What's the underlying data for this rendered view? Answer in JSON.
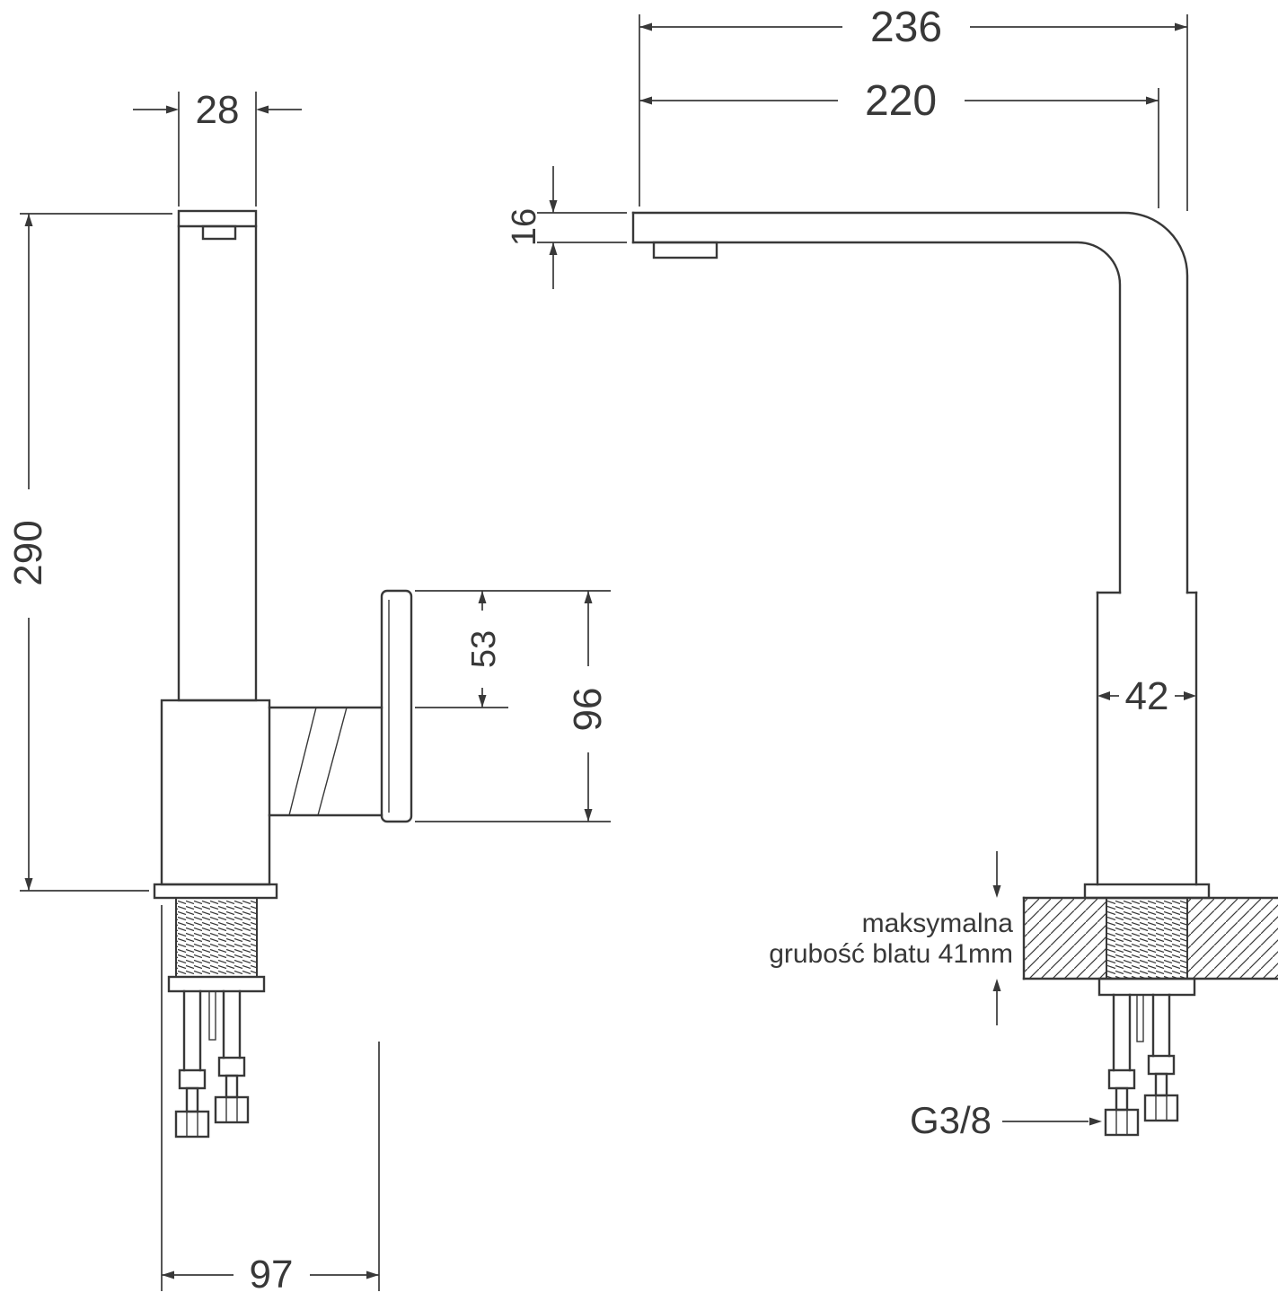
{
  "drawing": {
    "side_view": {
      "dim_spout_width": "28",
      "dim_total_height": "290",
      "dim_handle_offset": "53",
      "dim_handle_height": "96",
      "dim_base_depth": "97"
    },
    "front_view": {
      "dim_total_reach": "236",
      "dim_spout_reach": "220",
      "dim_spout_thickness": "16",
      "dim_body_width": "42",
      "countertop_note_line1": "maksymalna",
      "countertop_note_line2": "grubość blatu 41mm",
      "thread_size": "G3/8"
    },
    "colors": {
      "line": "#383838",
      "background": "#ffffff"
    }
  }
}
